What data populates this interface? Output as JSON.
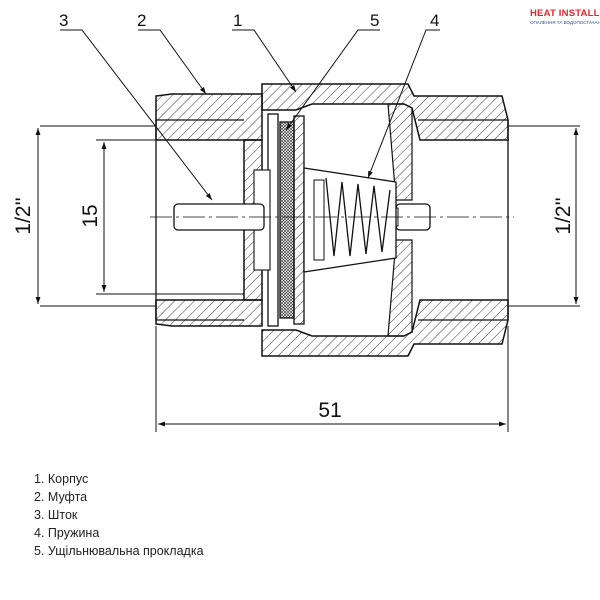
{
  "logo": {
    "name": "HEAT INSTALL",
    "tagline": "ОПАЛЕННЯ ТА ВОДОПОСТАЧАННЯ",
    "colors": {
      "name": "#e0262e",
      "tagline": "#1f4fa0"
    }
  },
  "callouts": [
    "3",
    "2",
    "1",
    "5",
    "4"
  ],
  "dimensions": {
    "left_bore": "1/2''",
    "inner_bore": "15",
    "right_bore": "1/2''",
    "overall_length": "51"
  },
  "legend": [
    "1. Корпус",
    "2. Муфта",
    "3. Шток",
    "4. Пружина",
    "5. Ущільнювальна прокладка"
  ]
}
